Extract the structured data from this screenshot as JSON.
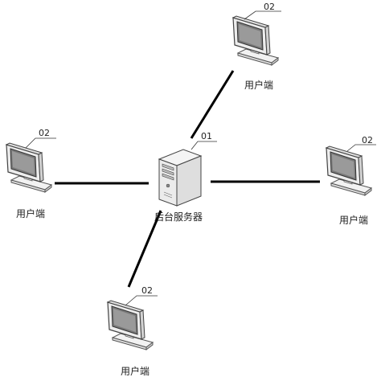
{
  "server": {
    "label": "后台服务器",
    "ref": "01"
  },
  "clients": [
    {
      "label": "用户端",
      "ref": "02"
    },
    {
      "label": "用户端",
      "ref": "02"
    },
    {
      "label": "用户端",
      "ref": "02"
    },
    {
      "label": "用户端",
      "ref": "02"
    }
  ]
}
